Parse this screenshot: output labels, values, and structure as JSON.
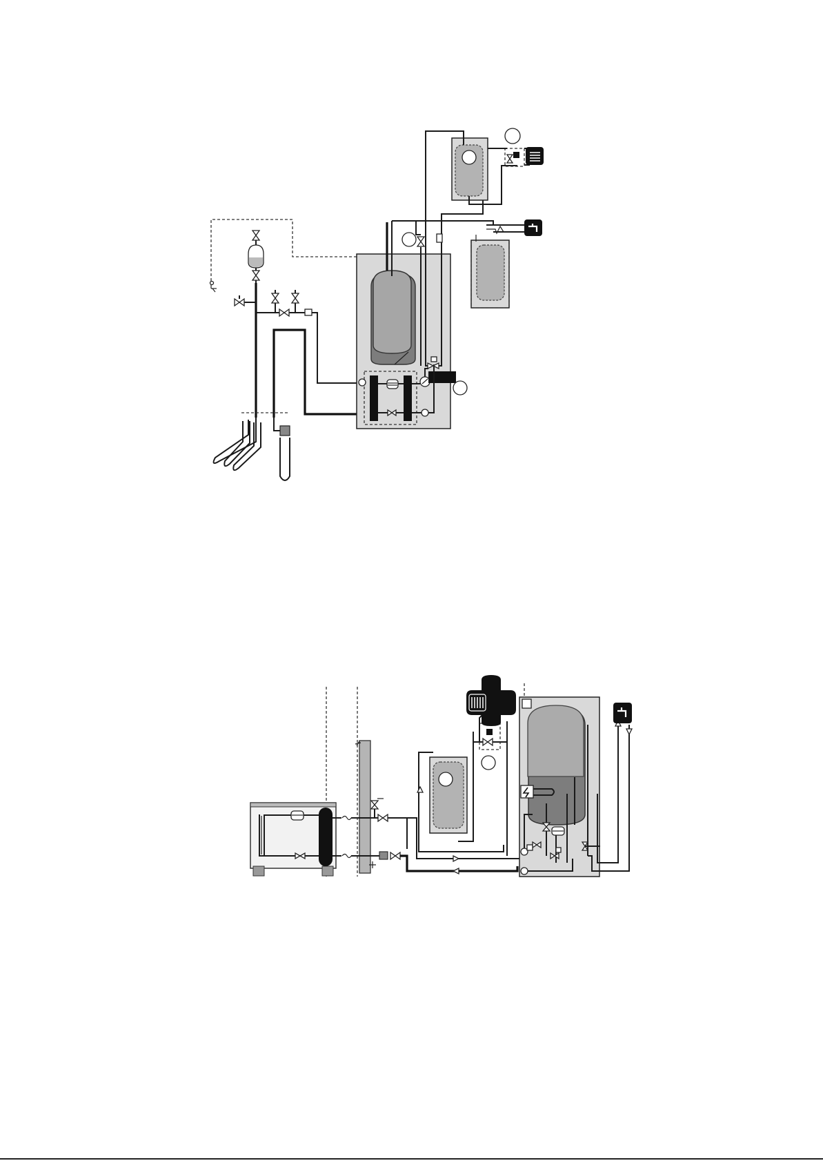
{
  "figures": [
    {
      "id": "ground-source-installation",
      "callout_labels": [
        "",
        "",
        ""
      ],
      "icons": [
        "radiator-icon",
        "tap-icon",
        "ground-loop-collector",
        "vertical-borehole"
      ]
    },
    {
      "id": "air-source-installation",
      "callout_labels": [
        ""
      ],
      "icons": [
        "radiator-icon",
        "tap-icon",
        "outdoor-unit",
        "electric-heater-icon"
      ]
    }
  ],
  "colors": {
    "line": "#1a1a1a",
    "unit_panel": "#d9d9d9",
    "tank_fill": "#9a9a9a",
    "tank_light": "#b3b3b3",
    "icon_black": "#111111"
  }
}
